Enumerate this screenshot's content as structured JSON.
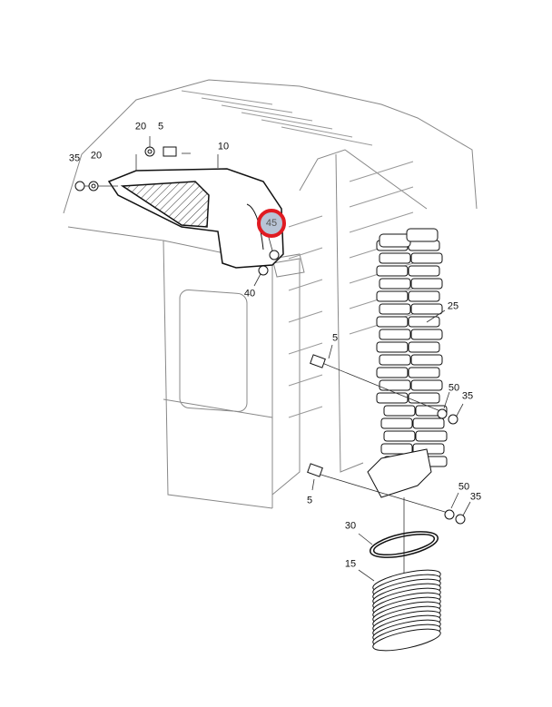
{
  "diagram": {
    "highlight_color": "#e01b22",
    "callouts": [
      {
        "id": "c20a",
        "text": "20"
      },
      {
        "id": "c5a",
        "text": "5"
      },
      {
        "id": "c10",
        "text": "10"
      },
      {
        "id": "c35a",
        "text": "35"
      },
      {
        "id": "c20b",
        "text": "20"
      },
      {
        "id": "c45",
        "text": "45",
        "highlighted": true
      },
      {
        "id": "c40",
        "text": "40"
      },
      {
        "id": "c25",
        "text": "25"
      },
      {
        "id": "c5b",
        "text": "5"
      },
      {
        "id": "c50a",
        "text": "50"
      },
      {
        "id": "c35b",
        "text": "35"
      },
      {
        "id": "c5c",
        "text": "5"
      },
      {
        "id": "c50b",
        "text": "50"
      },
      {
        "id": "c35c",
        "text": "35"
      },
      {
        "id": "c30",
        "text": "30"
      },
      {
        "id": "c15",
        "text": "15"
      }
    ]
  }
}
